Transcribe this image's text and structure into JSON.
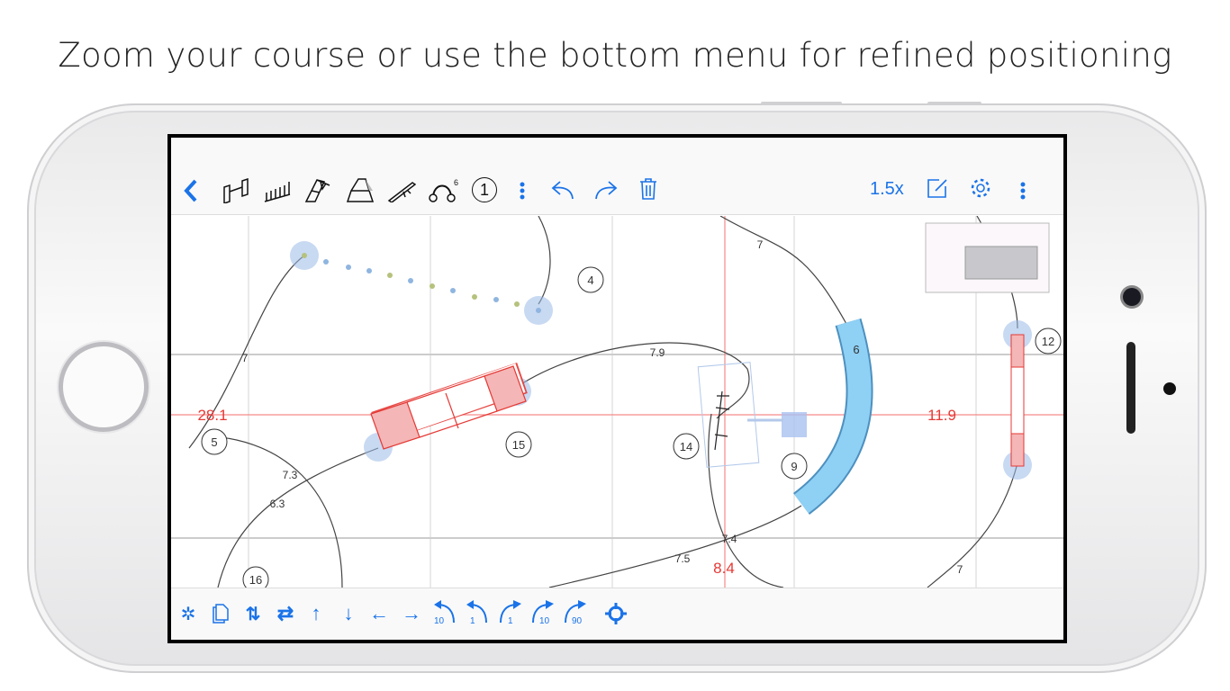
{
  "headline": "Zoom your course or use the bottom menu for refined positioning",
  "toolbar": {
    "zoom_level": "1.5x",
    "number_tool": "1",
    "weave_count": "6",
    "icons": [
      "back-chevron",
      "jump-obstacle",
      "wall-obstacle",
      "a-frame",
      "tunnel-table",
      "dog-walk",
      "tire-weave",
      "number-marker",
      "more-vertical",
      "undo",
      "redo",
      "trash",
      "edit",
      "settings",
      "more-vertical"
    ]
  },
  "bottom_toolbar": {
    "rotate_labels": [
      "10",
      "1",
      "1",
      "10",
      "90"
    ],
    "icons": [
      "magic-wand",
      "copy",
      "swap-vertical",
      "swap-horizontal",
      "arrow-up",
      "arrow-down",
      "arrow-left",
      "arrow-right",
      "rotate-ccw-10",
      "rotate-ccw-1",
      "rotate-cw-1",
      "rotate-cw-10",
      "rotate-cw-90",
      "center-target"
    ]
  },
  "course": {
    "obstacle_numbers": [
      "4",
      "5",
      "15",
      "14",
      "9",
      "12",
      "16",
      "6"
    ],
    "distances": [
      "7",
      "7",
      "7.9",
      "7.3",
      "6.3",
      "7.5",
      "7.4",
      "7"
    ],
    "measurements": [
      "28.1",
      "11.9",
      "8.4"
    ],
    "colors": {
      "accent": "#1a73e8",
      "measure": "#e53935",
      "tunnel": "#8fd0f5",
      "obstacle": "#f4b6b6"
    }
  }
}
